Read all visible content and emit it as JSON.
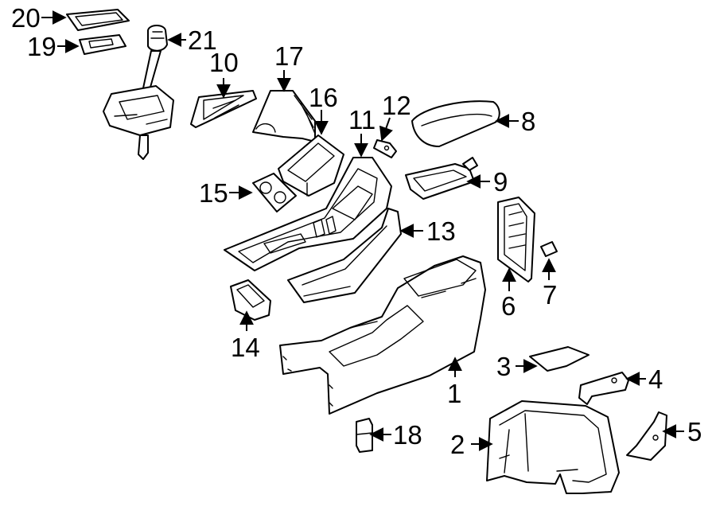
{
  "callouts": {
    "c1": "1",
    "c2": "2",
    "c3": "3",
    "c4": "4",
    "c5": "5",
    "c6": "6",
    "c7": "7",
    "c8": "8",
    "c9": "9",
    "c10": "10",
    "c11": "11",
    "c12": "12",
    "c13": "13",
    "c14": "14",
    "c15": "15",
    "c16": "16",
    "c17": "17",
    "c18": "18",
    "c19": "19",
    "c20": "20",
    "c21": "21"
  },
  "colors": {
    "line": "#000000",
    "background": "#ffffff"
  }
}
